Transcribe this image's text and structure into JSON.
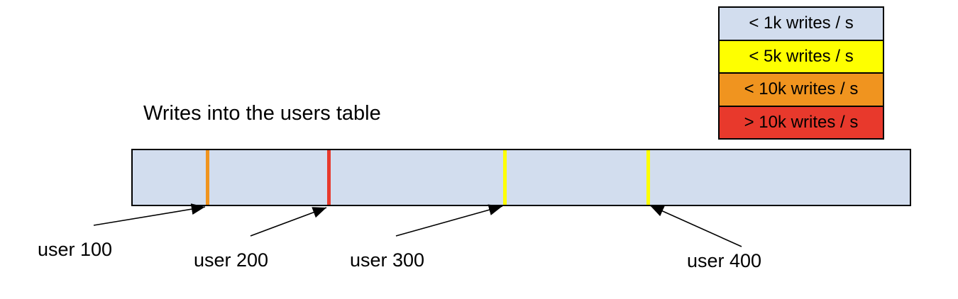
{
  "title": "Writes into the users table",
  "legend": {
    "items": [
      {
        "label": "< 1k writes / s",
        "color": "#d2ddee"
      },
      {
        "label": "< 5k writes / s",
        "color": "#feff00"
      },
      {
        "label": "< 10k writes / s",
        "color": "#f0941f"
      },
      {
        "label": "> 10k writes / s",
        "color": "#e8392c"
      }
    ]
  },
  "bar": {
    "fill_color": "#d2ddee",
    "border_color": "#000000",
    "markers": [
      {
        "label": "user 100",
        "color": "#f0941f",
        "rate_category": "< 10k writes / s"
      },
      {
        "label": "user 200",
        "color": "#e8392c",
        "rate_category": "> 10k writes / s"
      },
      {
        "label": "user 300",
        "color": "#feff00",
        "rate_category": "< 5k writes / s"
      },
      {
        "label": "user 400",
        "color": "#feff00",
        "rate_category": "< 5k writes / s"
      }
    ]
  }
}
